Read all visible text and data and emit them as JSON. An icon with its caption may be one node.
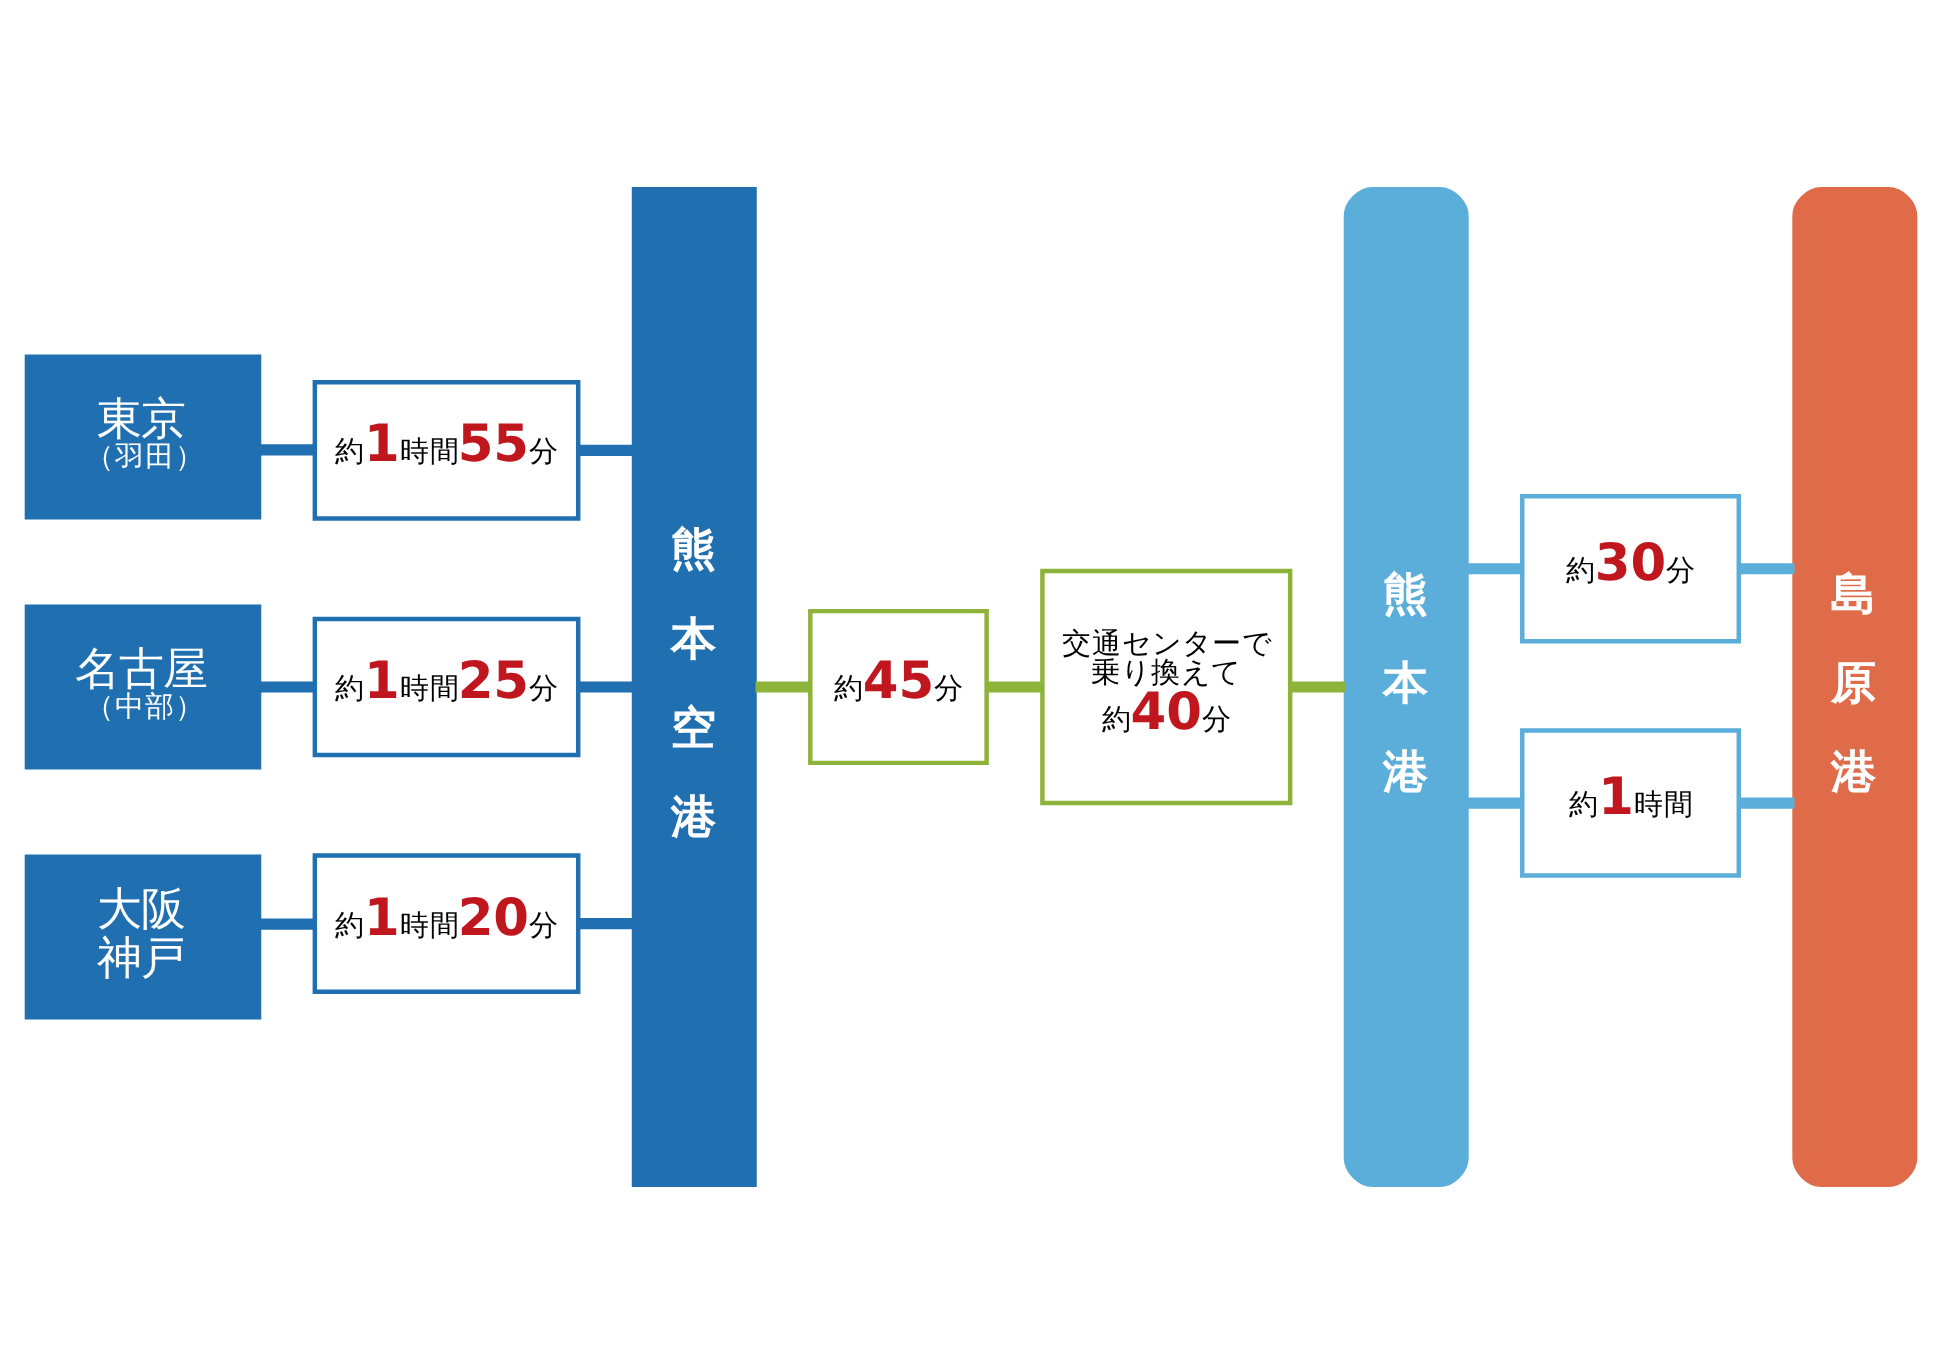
{
  "diagram": {
    "nodes": [
      {
        "text": [
          "東京",
          "（羽田）"
        ]
      },
      {
        "text": [
          "約1時間55分"
        ]
      },
      {
        "text": [
          "名古屋",
          "（中部）"
        ]
      },
      {
        "text": [
          "約1時間25分"
        ]
      },
      {
        "text": [
          "大阪",
          "神戸"
        ]
      },
      {
        "text": [
          "約1時間20分"
        ]
      },
      {
        "text": [
          "熊本空港"
        ]
      },
      {
        "text": [
          "約45分"
        ]
      },
      {
        "text": [
          "交通センターで乗り換えて",
          "約40分"
        ]
      },
      {
        "text": [
          "熊本港"
        ]
      },
      {
        "text": [
          "約30分"
        ]
      },
      {
        "text": [
          "約1時間"
        ]
      },
      {
        "text": [
          "島原港"
        ]
      }
    ],
    "edges": [
      {
        "from": 0,
        "to": 1,
        "arrow": "none"
      },
      {
        "from": 1,
        "to": 6,
        "arrow": "none"
      },
      {
        "from": 2,
        "to": 3,
        "arrow": "none"
      },
      {
        "from": 3,
        "to": 6,
        "arrow": "none"
      },
      {
        "from": 4,
        "to": 5,
        "arrow": "none"
      },
      {
        "from": 5,
        "to": 6,
        "arrow": "none"
      },
      {
        "from": 6,
        "to": 7,
        "arrow": "none",
        "color": "#8db33a"
      },
      {
        "from": 7,
        "to": 8,
        "arrow": "none",
        "color": "#8db33a"
      },
      {
        "from": 8,
        "to": 9,
        "arrow": "none",
        "color": "#8db33a"
      },
      {
        "from": 9,
        "to": 10,
        "arrow": "none",
        "color": "#5badda"
      },
      {
        "from": 10,
        "to": 12,
        "arrow": "none",
        "color": "#5badda"
      },
      {
        "from": 9,
        "to": 11,
        "arrow": "none",
        "color": "#5badda"
      },
      {
        "from": 11,
        "to": 12,
        "arrow": "none",
        "color": "#5badda"
      }
    ]
  }
}
